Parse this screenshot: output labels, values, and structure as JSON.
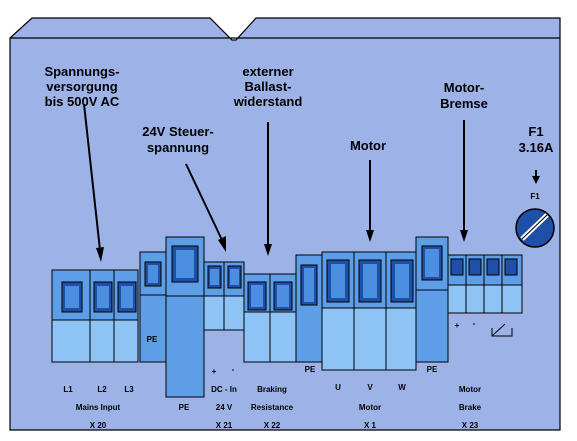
{
  "callouts": {
    "supply_line1": "Spannungs-",
    "supply_line2": "versorgung",
    "supply_line3": "bis 500V AC",
    "ctrl_line1": "24V Steuer-",
    "ctrl_line2": "spannung",
    "brake_res_line1": "externer",
    "brake_res_line2": "Ballast-",
    "brake_res_line3": "widerstand",
    "motor": "Motor",
    "motor_brake_line1": "Motor-",
    "motor_brake_line2": "Bremse",
    "fuse_name": "F1",
    "fuse_rating": "3.16A",
    "fuse_small": "F1"
  },
  "labels": {
    "pe": "PE",
    "l1": "L1",
    "l2": "L2",
    "l3": "L3",
    "mains_input": "Mains Input",
    "x20": "X 20",
    "pe2": "PE",
    "dc_plus": "+",
    "dc_minus": "-",
    "dc_in": "DC - In",
    "v24": "24 V",
    "x21": "X 21",
    "braking": "Braking",
    "resistance": "Resistance",
    "x22": "X 22",
    "pe_motor": "PE",
    "u": "U",
    "v": "V",
    "w": "W",
    "motor": "Motor",
    "x1": "X 1",
    "pe_brake": "PE",
    "brake_plus": "+",
    "brake_minus": "-",
    "motor_label": "Motor",
    "brake": "Brake",
    "x23": "X 23"
  },
  "colors": {
    "panel": "#9db3e8",
    "block_front": "#5e9ee6",
    "block_light": "#8ec3f6",
    "block_dark": "#2f6fc0",
    "screw_body": "#1f4fa8",
    "screw_face": "#4c8fe0",
    "outline": "#000000"
  }
}
